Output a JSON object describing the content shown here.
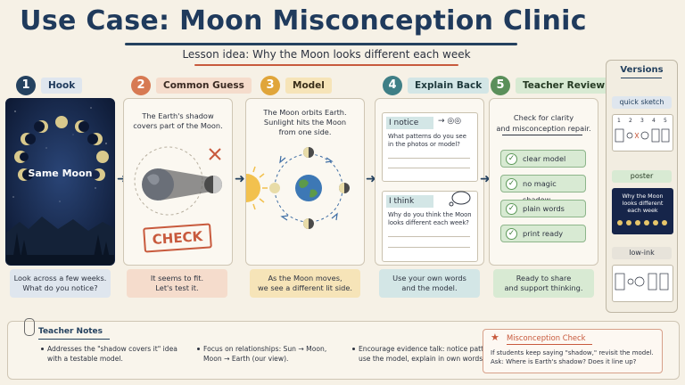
{
  "header": {
    "title": "Use Case: Moon Misconception Clinic",
    "subtitle": "Lesson idea: Why the Moon looks different each week"
  },
  "steps": [
    {
      "num": "1",
      "label": "Hook",
      "caption_line1": "Look across a few weeks.",
      "caption_line2": "What do you notice?",
      "num_color": "#24415f"
    },
    {
      "num": "2",
      "label": "Common Guess",
      "caption_line1": "It seems to fit.",
      "caption_line2": "Let's test it.",
      "num_color": "#d77a53"
    },
    {
      "num": "3",
      "label": "Model",
      "caption_line1": "As the Moon moves,",
      "caption_line2": "we see a different lit side.",
      "num_color": "#e0a53a"
    },
    {
      "num": "4",
      "label": "Explain Back",
      "caption_line1": "Use your own words",
      "caption_line2": "and the model.",
      "num_color": "#3f7f86"
    },
    {
      "num": "5",
      "label": "Teacher Review",
      "caption_line1": "Ready to share",
      "caption_line2": "and support thinking.",
      "num_color": "#5a8f5a"
    }
  ],
  "hook": {
    "photo_label": "Same Moon"
  },
  "guess": {
    "line1": "The Earth's shadow",
    "line2": "covers part of the Moon.",
    "stamp": "CHECK"
  },
  "model": {
    "line1": "The Moon orbits Earth.",
    "line2": "Sunlight hits the Moon",
    "line3": "from one side."
  },
  "explain": {
    "notice_title": "I notice",
    "notice_line1": "What patterns do you see",
    "notice_line2": "in the photos or model?",
    "think_title": "I think",
    "think_line1": "Why do you think the Moon",
    "think_line2": "looks different each week?"
  },
  "review": {
    "line1": "Check for clarity",
    "line2": "and misconception repair.",
    "items": [
      "clear model",
      "no magic shadow",
      "plain words",
      "print ready"
    ]
  },
  "versions": {
    "title": "Versions",
    "quick_sketch": "quick sketch",
    "sketch_nums": [
      "1",
      "2",
      "3",
      "4",
      "5"
    ],
    "poster": "poster",
    "poster_line1": "Why the Moon",
    "poster_line2": "looks different",
    "poster_line3": "each week",
    "low_ink": "low-ink"
  },
  "notes": {
    "title": "Teacher Notes",
    "n1_line1": "Addresses the \"shadow covers it\" idea",
    "n1_line2": "with a testable model.",
    "n2_line1": "Focus on relationships: Sun → Moon,",
    "n2_line2": "Moon → Earth (our view).",
    "n3_line1": "Encourage evidence talk: notice patterns,",
    "n3_line2": "use the model, explain in own words.",
    "misc_title": "Misconception Check",
    "misc_line1": "If students keep saying \"shadow,\" revisit the model.",
    "misc_line2": "Ask: Where is Earth's shadow? Does it line up?"
  },
  "colors": {
    "navy": "#24415f",
    "orange": "#d77a53",
    "yellow": "#e0a53a",
    "teal": "#3f7f86",
    "green": "#5a8f5a",
    "red": "#c85a3d"
  }
}
